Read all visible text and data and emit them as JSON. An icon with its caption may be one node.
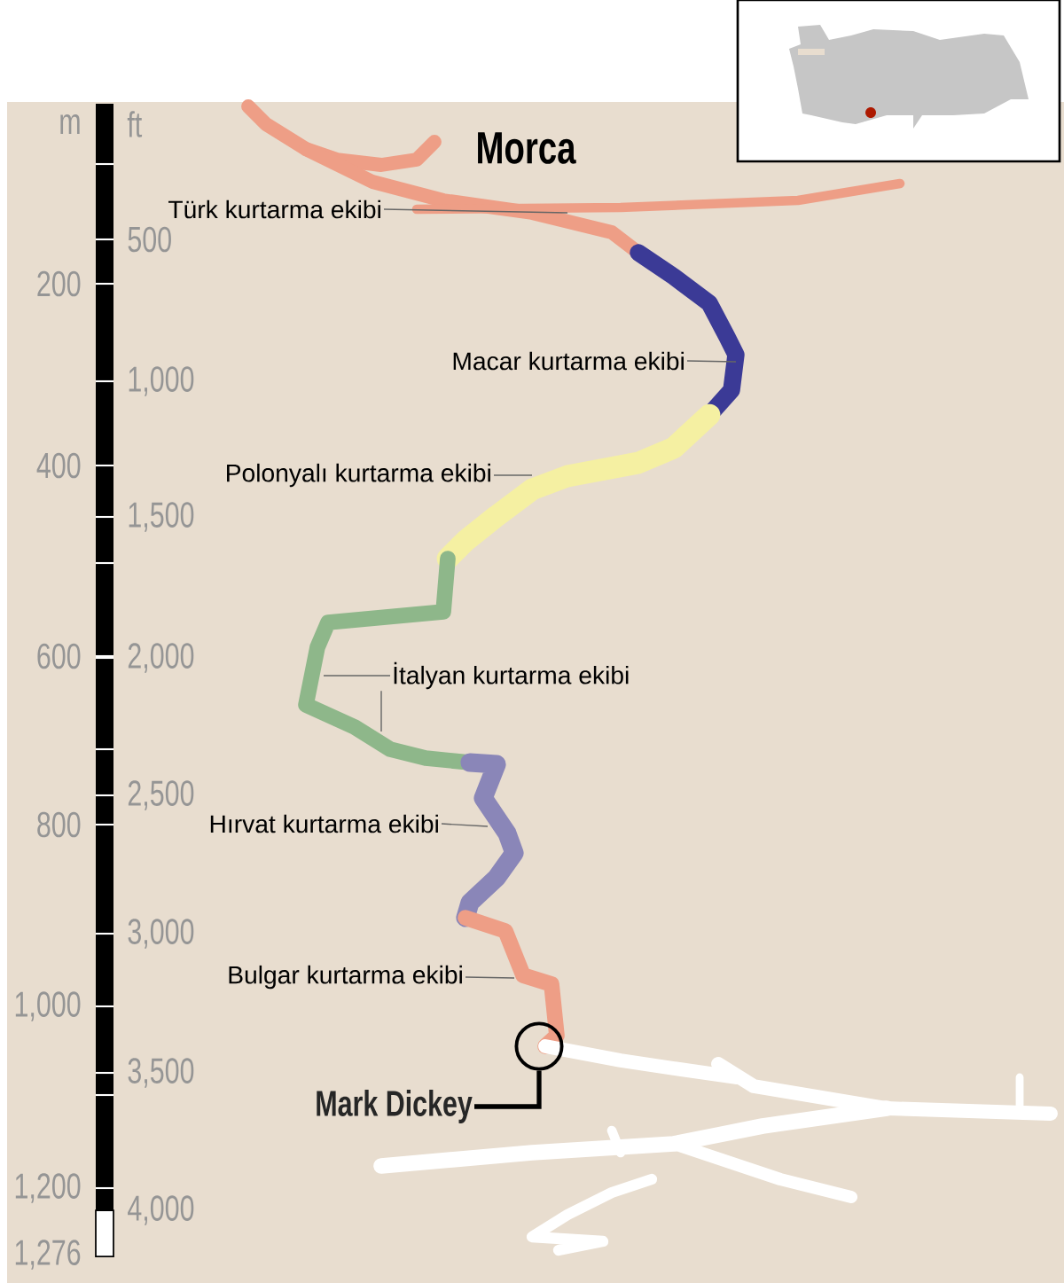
{
  "diagram": {
    "title": "Morca",
    "nodes": [
      {
        "text": [
          "Türk kurtarma ekibi"
        ]
      },
      {
        "text": [
          "Macar kurtarma ekibi"
        ]
      },
      {
        "text": [
          "Polonyalı kurtarma ekibi"
        ]
      },
      {
        "text": [
          "İtalyan kurtarma ekibi"
        ]
      },
      {
        "text": [
          "Hırvat kurtarma ekibi"
        ]
      },
      {
        "text": [
          "Bulgar kurtarma ekibi"
        ]
      },
      {
        "text": [
          "Mark Dickey"
        ]
      },
      {
        "text": [],
        "shape": "circle"
      }
    ],
    "edges": [
      {
        "from": 0,
        "to": null,
        "arrow": "none"
      },
      {
        "from": 1,
        "to": null,
        "arrow": "none"
      },
      {
        "from": 2,
        "to": null,
        "arrow": "none"
      },
      {
        "from": 3,
        "to": null,
        "arrow": "none"
      },
      {
        "from": 3,
        "to": null,
        "arrow": "none"
      },
      {
        "from": 4,
        "to": null,
        "arrow": "none"
      },
      {
        "from": 5,
        "to": null,
        "arrow": "none"
      },
      {
        "from": 6,
        "to": 7,
        "arrow": "none",
        "style": "thick",
        "color": "#000000"
      }
    ],
    "labels": [
      "m",
      "ft",
      "500",
      "200",
      "1,000",
      "400",
      "1,500",
      "600",
      "2,000",
      "2,500",
      "800",
      "3,000",
      "1,000",
      "3,500",
      "1,200",
      "4,000",
      "1,276"
    ]
  }
}
